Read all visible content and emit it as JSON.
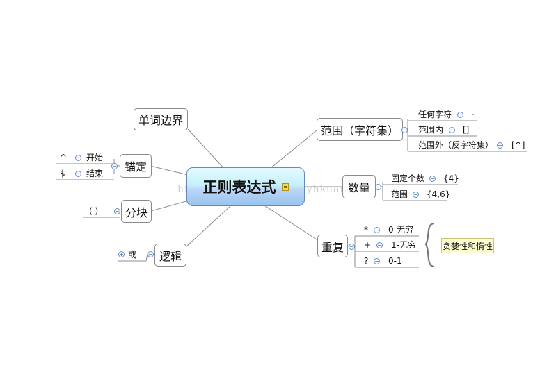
{
  "central_topic": "正则表达式",
  "watermark": "http://blog.csdn.net/liuyhkuan",
  "topics": {
    "word_boundary": "单词边界",
    "anchor": "锚定",
    "group": "分块",
    "logic": "逻辑",
    "range": "范围（字符集）",
    "quantity": "数量",
    "repeat": "重复"
  },
  "anchor_items": [
    {
      "symbol": "^",
      "label": "开始"
    },
    {
      "symbol": "$",
      "label": "结束"
    }
  ],
  "group_items": [
    {
      "label": "( )"
    }
  ],
  "logic_items": [
    {
      "label": "或"
    }
  ],
  "range_items": [
    {
      "label": "任何字符",
      "symbol": "."
    },
    {
      "label": "范围内",
      "symbol": "[]"
    },
    {
      "label": "范围外（反字符集）",
      "symbol": "[^]"
    }
  ],
  "quantity_items": [
    {
      "label": "固定个数",
      "symbol": "{4}"
    },
    {
      "label": "范围",
      "symbol": "{4,6}"
    }
  ],
  "repeat_items": [
    {
      "symbol": "*",
      "label": "0-无穷"
    },
    {
      "symbol": "+",
      "label": "1-无穷"
    },
    {
      "symbol": "?",
      "label": "0-1"
    }
  ],
  "repeat_callout": "贪婪性和惰性",
  "colors": {
    "central_top": "#e4fbff",
    "central_bottom": "#98c4ef",
    "callout_bg": "#fdfccf",
    "connector": "#8c8c8c",
    "toggle": "#6b8fc4"
  }
}
